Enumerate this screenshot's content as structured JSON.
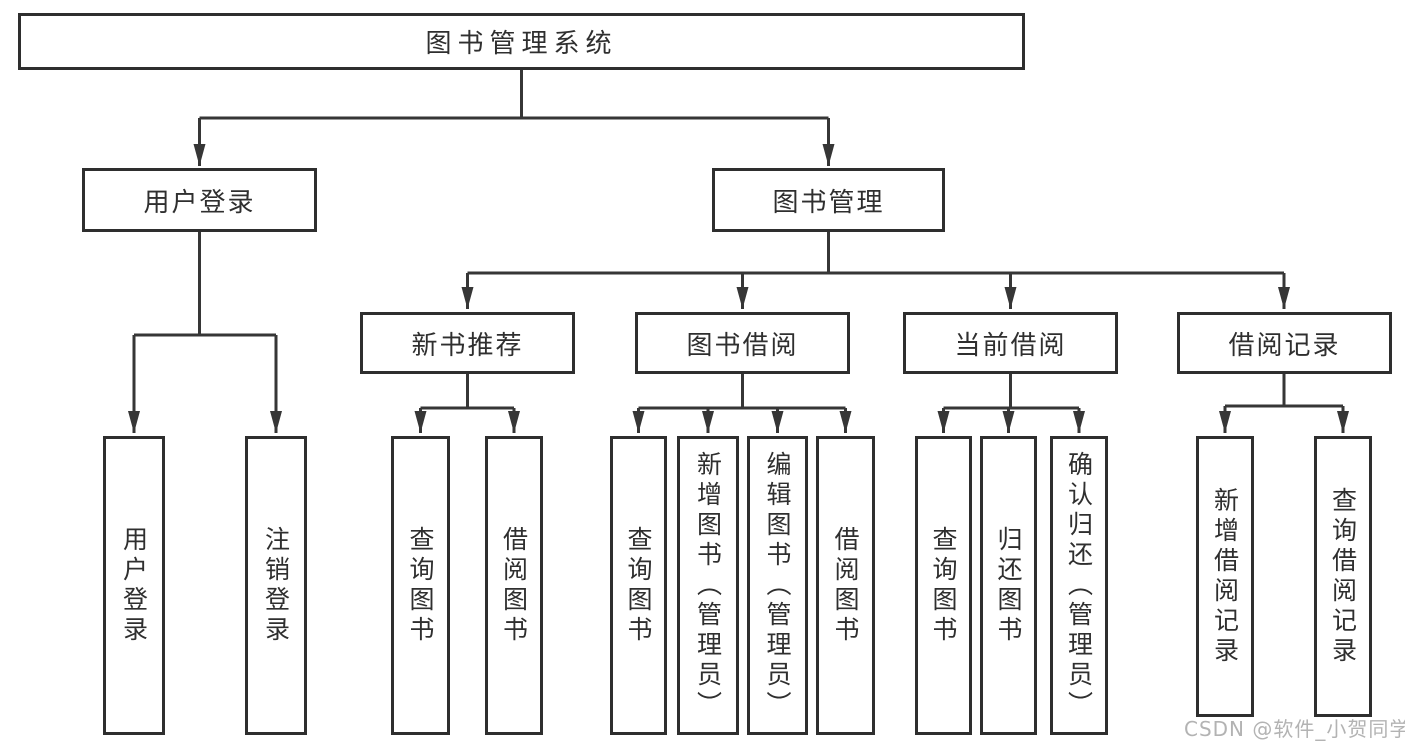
{
  "diagram": {
    "root": {
      "label": "图书管理系统"
    },
    "level2": [
      {
        "label": "用户登录"
      },
      {
        "label": "图书管理"
      }
    ],
    "level3": [
      {
        "label": "新书推荐"
      },
      {
        "label": "图书借阅"
      },
      {
        "label": "当前借阅"
      },
      {
        "label": "借阅记录"
      }
    ],
    "leaves": {
      "user_login": [
        "用户登录",
        "注销登录"
      ],
      "new_book_recommend": [
        "查询图书",
        "借阅图书"
      ],
      "book_borrow": [
        "查询图书",
        "新增图书（管理员）",
        "编辑图书（管理员）",
        "借阅图书"
      ],
      "current_borrow": [
        "查询图书",
        "归还图书",
        "确认归还（管理员）"
      ],
      "borrow_record": [
        "新增借阅记录",
        "查询借阅记录"
      ]
    }
  },
  "watermark": {
    "text": "CSDN @软件_小贺同学"
  },
  "colors": {
    "line": "#363636",
    "box_border": "#2e2e2e",
    "box_fill": "#ffffff",
    "text": "#2f2f2f",
    "watermark": "#b3b3b3",
    "background": "#ffffff"
  }
}
